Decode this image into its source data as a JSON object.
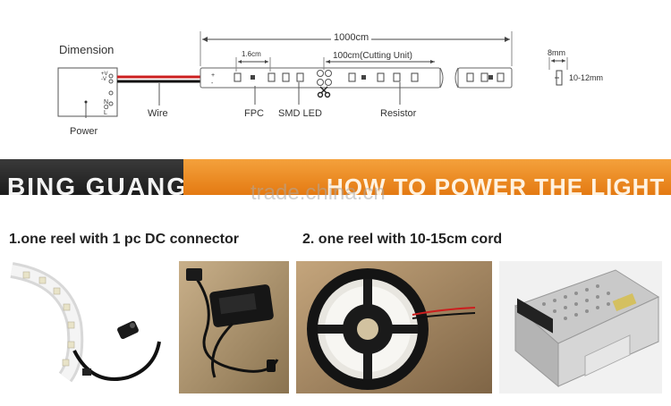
{
  "dimension": {
    "title": "Dimension",
    "total_length": "1000cm",
    "led_pitch": "1.6cm",
    "cutting_unit": "100cm(Cutting Unit)",
    "width": "8mm",
    "height": "10-12mm",
    "pin_labels": [
      "+V",
      "-V"
    ],
    "connector_labels": [
      "N",
      "O",
      "L"
    ],
    "parts": {
      "power": "Power",
      "wire": "Wire",
      "fpc": "FPC",
      "smd_led": "SMD LED",
      "resistor": "Resistor"
    }
  },
  "banner": {
    "brand": "BING GUANG",
    "heading": "HOW TO POWER THE LIGHT ON",
    "watermark": "trade.china.cn"
  },
  "steps": [
    {
      "label": "1.one reel with 1 pc DC connector"
    },
    {
      "label": "2. one reel with 10-15cm cord"
    }
  ],
  "colors": {
    "banner_dark": "#2a2a2a",
    "banner_orange": "#f08a1c",
    "wire_red": "#cc1f1f",
    "wire_black": "#111111"
  }
}
